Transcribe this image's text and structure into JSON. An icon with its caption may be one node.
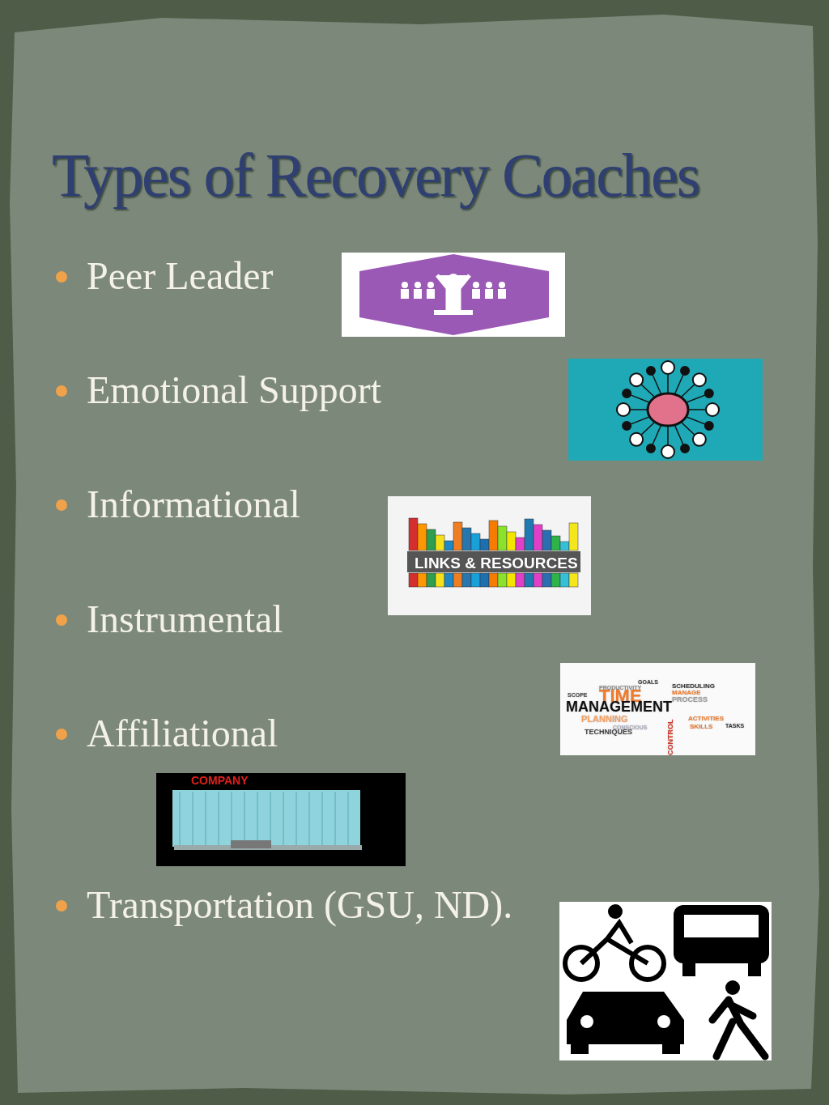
{
  "diagram": {
    "title": "Types of Recovery Coaches",
    "labels": [
      "Peer Leader",
      "Emotional Support",
      "Informational",
      "LINKS & RESOURCES",
      "Instrumental",
      "GOALS",
      "PRODUCTIVITY",
      "SCHEDULING",
      "SCOPE",
      "TIME",
      "MANAGE",
      "PROCESS",
      "MANAGEMENT",
      "PLANNING",
      "ACTIVITIES",
      "CONSCIOUS",
      "TECHNIQUES",
      "CONTROL",
      "SKILLS",
      "TASKS",
      "Affiliational",
      "COMPANY",
      "Transportation (GSU, ND)."
    ]
  }
}
